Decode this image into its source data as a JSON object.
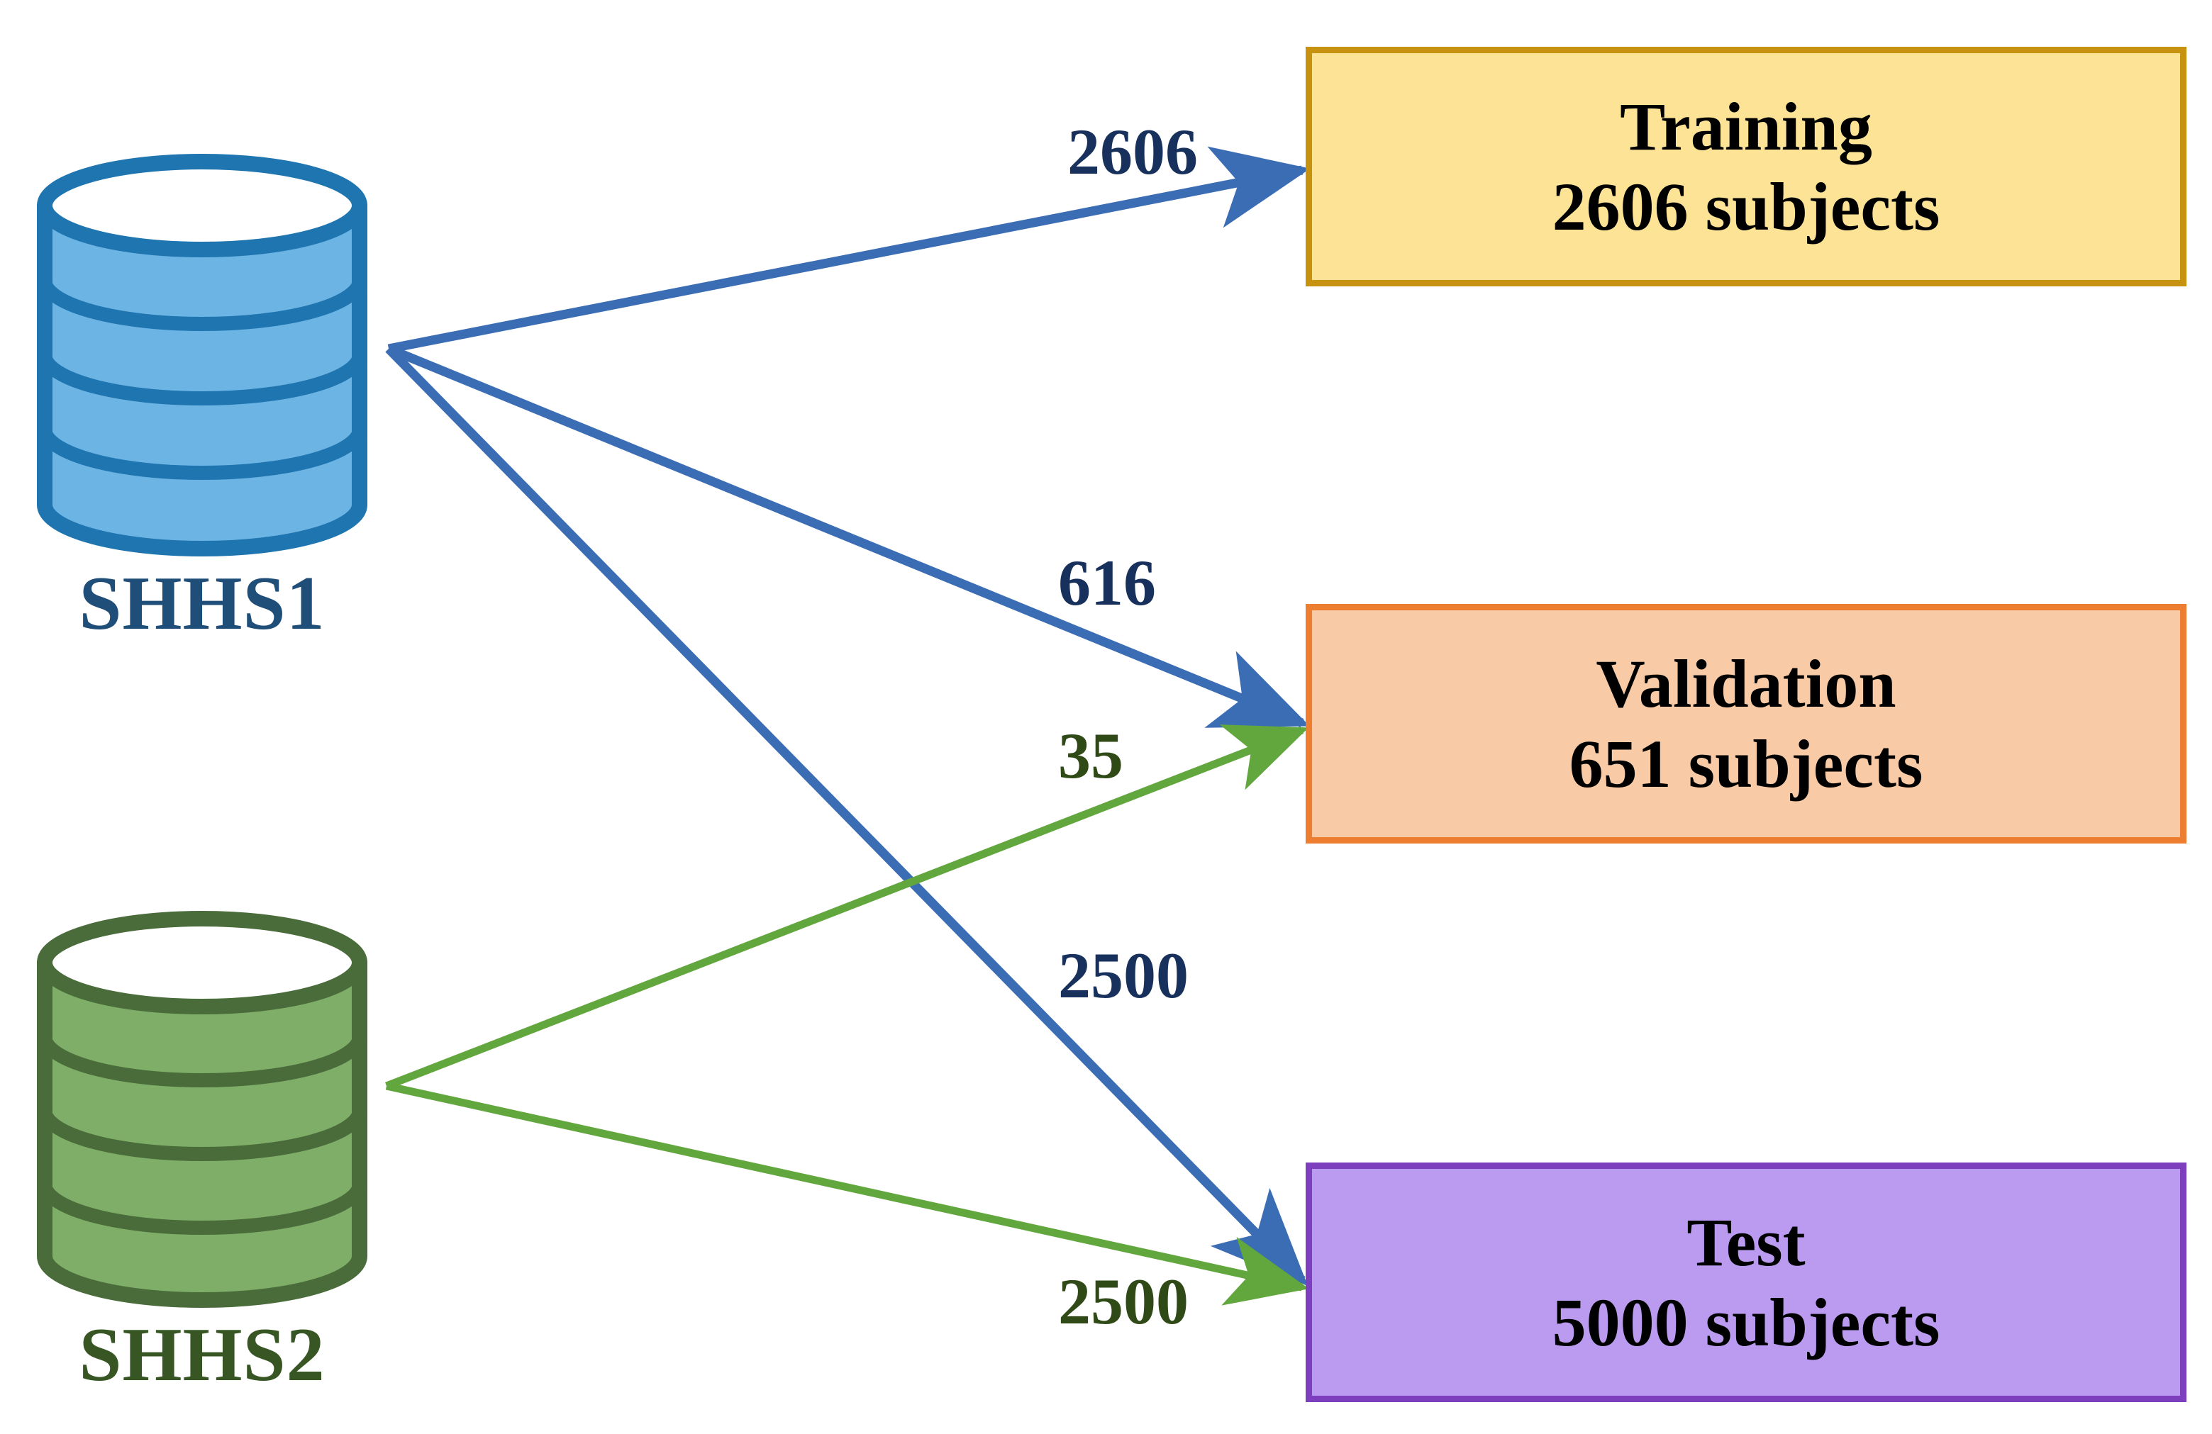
{
  "diagram": {
    "title": "SHHS dataset split flow diagram",
    "colors": {
      "shhs1_fill": "#6CB4E4",
      "shhs1_stroke": "#1F75B0",
      "shhs1_text": "#1F4E79",
      "shhs2_fill": "#7FAE68",
      "shhs2_stroke": "#4A6B3A",
      "shhs2_text": "#375623",
      "arrow_blue": "#3B6DB5",
      "arrow_green": "#62A63E",
      "label_blue": "#17315C",
      "label_green": "#2F4A16",
      "training_fill": "#FCE396",
      "training_border": "#C89211",
      "validation_fill": "#F8CBA6",
      "validation_border": "#ED7D31",
      "test_fill": "#BA9BF0",
      "test_border": "#7E3FBF"
    },
    "sources": [
      {
        "id": "shhs1",
        "label": "SHHS1",
        "icon": "database-cylinder-icon"
      },
      {
        "id": "shhs2",
        "label": "SHHS2",
        "icon": "database-cylinder-icon"
      }
    ],
    "targets": [
      {
        "id": "training",
        "name": "Training",
        "count_line": "2606 subjects",
        "subjects": 2606
      },
      {
        "id": "validation",
        "name": "Validation",
        "count_line": "651 subjects",
        "subjects": 651
      },
      {
        "id": "test",
        "name": "Test",
        "count_line": "5000 subjects",
        "subjects": 5000
      }
    ],
    "edges": [
      {
        "id": "shhs1-training",
        "from": "shhs1",
        "to": "training",
        "label": "2606",
        "color": "blue"
      },
      {
        "id": "shhs1-validation",
        "from": "shhs1",
        "to": "validation",
        "label": "616",
        "color": "blue"
      },
      {
        "id": "shhs1-test",
        "from": "shhs1",
        "to": "test",
        "label": "2500",
        "color": "blue"
      },
      {
        "id": "shhs2-validation",
        "from": "shhs2",
        "to": "validation",
        "label": "35",
        "color": "green"
      },
      {
        "id": "shhs2-test",
        "from": "shhs2",
        "to": "test",
        "label": "2500",
        "color": "green"
      }
    ]
  }
}
